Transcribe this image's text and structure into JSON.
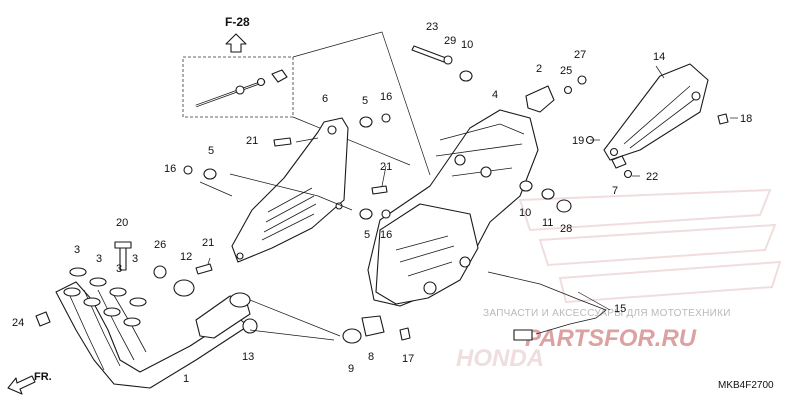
{
  "diagram": {
    "ref_section": "F-28",
    "code": "MKB4F2700",
    "front_label": "FR.",
    "watermark_text": "ЗАПЧАСТИ И АКСЕССУАРЫ ДЛЯ МОТОТЕХНИКИ",
    "watermark_brand": "PARTSFOR.RU",
    "watermark_mark": "HONDA"
  },
  "callouts": [
    {
      "id": "c1",
      "label": "1"
    },
    {
      "id": "c2",
      "label": "2"
    },
    {
      "id": "c3a",
      "label": "3"
    },
    {
      "id": "c3b",
      "label": "3"
    },
    {
      "id": "c3c",
      "label": "3"
    },
    {
      "id": "c3d",
      "label": "3"
    },
    {
      "id": "c4",
      "label": "4"
    },
    {
      "id": "c5a",
      "label": "5"
    },
    {
      "id": "c5b",
      "label": "5"
    },
    {
      "id": "c5c",
      "label": "5"
    },
    {
      "id": "c6",
      "label": "6"
    },
    {
      "id": "c7",
      "label": "7"
    },
    {
      "id": "c8",
      "label": "8"
    },
    {
      "id": "c9",
      "label": "9"
    },
    {
      "id": "c10a",
      "label": "10"
    },
    {
      "id": "c10b",
      "label": "10"
    },
    {
      "id": "c11",
      "label": "11"
    },
    {
      "id": "c12",
      "label": "12"
    },
    {
      "id": "c13",
      "label": "13"
    },
    {
      "id": "c14",
      "label": "14"
    },
    {
      "id": "c15",
      "label": "15"
    },
    {
      "id": "c16a",
      "label": "16"
    },
    {
      "id": "c16b",
      "label": "16"
    },
    {
      "id": "c16c",
      "label": "16"
    },
    {
      "id": "c17",
      "label": "17"
    },
    {
      "id": "c18",
      "label": "18"
    },
    {
      "id": "c19",
      "label": "19"
    },
    {
      "id": "c20",
      "label": "20"
    },
    {
      "id": "c21a",
      "label": "21"
    },
    {
      "id": "c21b",
      "label": "21"
    },
    {
      "id": "c21c",
      "label": "21"
    },
    {
      "id": "c22",
      "label": "22"
    },
    {
      "id": "c23",
      "label": "23"
    },
    {
      "id": "c24",
      "label": "24"
    },
    {
      "id": "c25",
      "label": "25"
    },
    {
      "id": "c26",
      "label": "26"
    },
    {
      "id": "c27",
      "label": "27"
    },
    {
      "id": "c28",
      "label": "28"
    },
    {
      "id": "c29",
      "label": "29"
    }
  ]
}
